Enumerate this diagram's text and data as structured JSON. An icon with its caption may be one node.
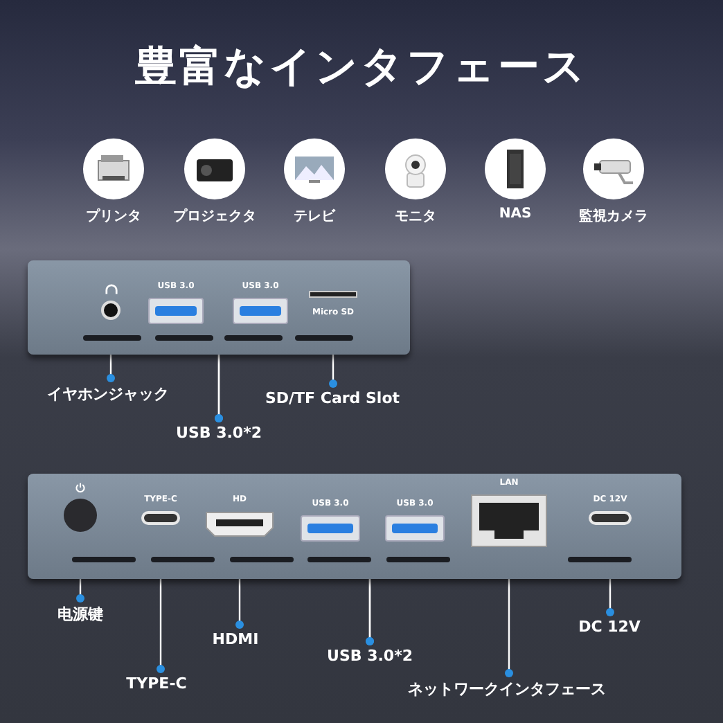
{
  "diagram": {
    "title": "豊富なインタフェース",
    "nodes": [
      {
        "text": [
          "プリンタ"
        ]
      },
      {
        "text": [
          "プロジェクタ"
        ]
      },
      {
        "text": [
          "テレビ"
        ]
      },
      {
        "text": [
          "モニタ"
        ]
      },
      {
        "text": [
          "NAS"
        ]
      },
      {
        "text": [
          "監視カメラ"
        ]
      },
      {
        "text": [],
        "shape": "picture"
      },
      {
        "text": [],
        "shape": "picture",
        "beside": [
          "USB 3.0"
        ]
      },
      {
        "text": [],
        "shape": "picture",
        "beside": [
          "USB 3.0"
        ]
      },
      {
        "text": [],
        "shape": "picture",
        "beside": [
          "Micro SD"
        ]
      },
      {
        "text": [
          "イヤホンジャック"
        ]
      },
      {
        "text": [
          "SD/TF Card Slot"
        ]
      },
      {
        "text": [
          "USB 3.0*2"
        ]
      },
      {
        "text": [],
        "shape": "circle"
      },
      {
        "text": [],
        "shape": "picture",
        "beside": [
          "TYPE-C"
        ]
      },
      {
        "text": [],
        "shape": "picture",
        "beside": [
          "HD"
        ]
      },
      {
        "text": [],
        "shape": "picture",
        "beside": [
          "USB 3.0"
        ]
      },
      {
        "text": [],
        "shape": "picture",
        "beside": [
          "USB 3.0"
        ]
      },
      {
        "text": [],
        "shape": "picture",
        "beside": [
          "LAN"
        ]
      },
      {
        "text": [],
        "shape": "picture",
        "beside": [
          "DC 12V"
        ]
      },
      {
        "text": [
          "电源键"
        ]
      },
      {
        "text": [
          "TYPE-C"
        ]
      },
      {
        "text": [
          "HDMI"
        ]
      },
      {
        "text": [
          "USB 3.0*2"
        ]
      },
      {
        "text": [
          "ネットワークインタフェース"
        ]
      },
      {
        "text": [
          "DC 12V"
        ]
      }
    ],
    "edges": [
      {
        "from": 10,
        "to": 6,
        "arrow": "other"
      },
      {
        "from": 12,
        "to": 7,
        "arrow": "other"
      },
      {
        "from": 12,
        "to": 8,
        "arrow": "other"
      },
      {
        "from": 11,
        "to": 9,
        "arrow": "other"
      },
      {
        "from": 20,
        "to": 13,
        "arrow": "other"
      },
      {
        "from": 21,
        "to": 14,
        "arrow": "other"
      },
      {
        "from": 22,
        "to": 15,
        "arrow": "other"
      },
      {
        "from": 23,
        "to": 16,
        "arrow": "other"
      },
      {
        "from": 23,
        "to": 17,
        "arrow": "other"
      },
      {
        "from": 24,
        "to": 18,
        "arrow": "other"
      },
      {
        "from": 25,
        "to": 19,
        "arrow": "other"
      }
    ]
  }
}
